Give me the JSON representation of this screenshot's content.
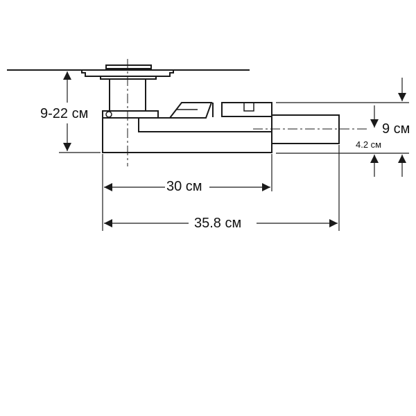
{
  "diagram": {
    "subject": "shower drain siphon dimension drawing",
    "line_color": "#1a1a1a",
    "background": "#ffffff",
    "dimensions": {
      "height_range": {
        "label": "9-22 см",
        "axis": "vertical",
        "description": "floor surface to bottom of drain body"
      },
      "body_length": {
        "label": "30 см",
        "axis": "horizontal"
      },
      "total_length": {
        "label": "35.8 см",
        "axis": "horizontal"
      },
      "outlet_top": {
        "label": "9 см",
        "axis": "vertical"
      },
      "outlet_center": {
        "label": "4.2 см",
        "axis": "vertical"
      }
    }
  }
}
